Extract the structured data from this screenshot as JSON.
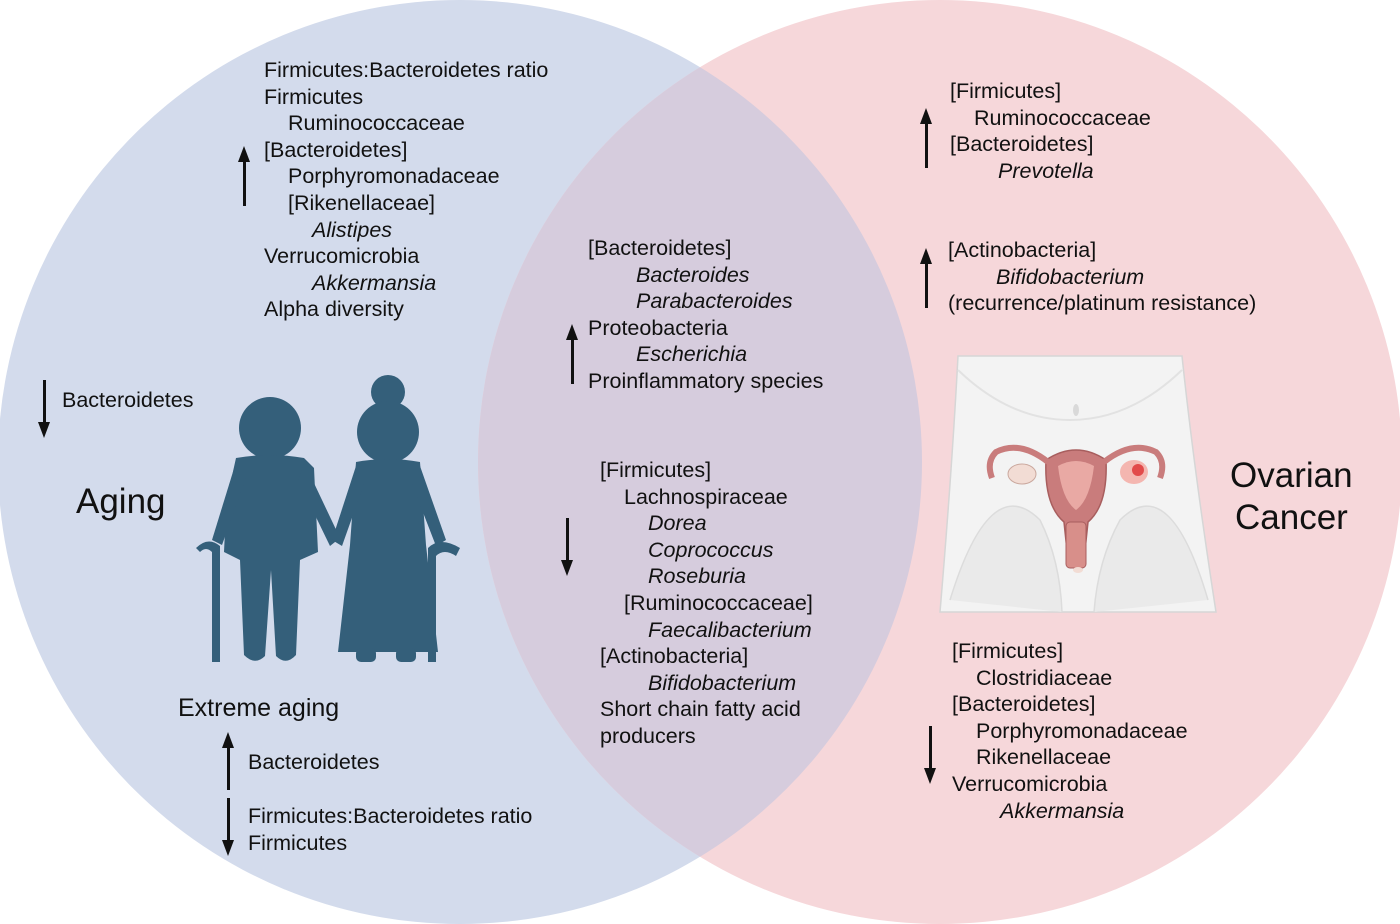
{
  "titles": {
    "aging": "Aging",
    "ovarian_cancer_line1": "Ovarian",
    "ovarian_cancer_line2": "Cancer",
    "extreme_aging": "Extreme aging"
  },
  "colors": {
    "aging_circle": "#d3dbec",
    "ovarian_circle": "#f6d7da",
    "overlap": "#d6ccdd",
    "figure_fill": "#345f7a",
    "uterus": "#c97c7c"
  },
  "aging": {
    "increased": [
      {
        "text": "Firmicutes:Bacteroidetes ratio",
        "level": 0,
        "italic": false
      },
      {
        "text": "Firmicutes",
        "level": 0,
        "italic": false
      },
      {
        "text": "Ruminococcaceae",
        "level": 1,
        "italic": false
      },
      {
        "text": "[Bacteroidetes]",
        "level": 0,
        "italic": false
      },
      {
        "text": "Porphyromonadaceae",
        "level": 1,
        "italic": false
      },
      {
        "text": "[Rikenellaceae]",
        "level": 1,
        "italic": false
      },
      {
        "text": "Alistipes",
        "level": 2,
        "italic": true
      },
      {
        "text": "Verrucomicrobia",
        "level": 0,
        "italic": false
      },
      {
        "text": "Akkermansia",
        "level": 2,
        "italic": true
      },
      {
        "text": "Alpha diversity",
        "level": 0,
        "italic": false
      }
    ],
    "decreased": [
      {
        "text": "Bacteroidetes",
        "level": 0,
        "italic": false
      }
    ]
  },
  "extreme_aging": {
    "increased": [
      {
        "text": "Bacteroidetes",
        "level": 0,
        "italic": false
      }
    ],
    "decreased": [
      {
        "text": "Firmicutes:Bacteroidetes ratio",
        "level": 0,
        "italic": false
      },
      {
        "text": "Firmicutes",
        "level": 0,
        "italic": false
      }
    ]
  },
  "shared": {
    "increased": [
      {
        "text": "[Bacteroidetes]",
        "level": 0,
        "italic": false
      },
      {
        "text": "Bacteroides",
        "level": 2,
        "italic": true
      },
      {
        "text": "Parabacteroides",
        "level": 2,
        "italic": true
      },
      {
        "text": "Proteobacteria",
        "level": 0,
        "italic": false
      },
      {
        "text": "Escherichia",
        "level": 2,
        "italic": true
      },
      {
        "text": "Proinflammatory species",
        "level": 0,
        "italic": false
      }
    ],
    "decreased": [
      {
        "text": "[Firmicutes]",
        "level": 0,
        "italic": false
      },
      {
        "text": "Lachnospiraceae",
        "level": 1,
        "italic": false
      },
      {
        "text": "Dorea",
        "level": 2,
        "italic": true
      },
      {
        "text": "Coprococcus",
        "level": 2,
        "italic": true
      },
      {
        "text": "Roseburia",
        "level": 2,
        "italic": true
      },
      {
        "text": "[Ruminococcaceae]",
        "level": 1,
        "italic": false
      },
      {
        "text": "Faecalibacterium",
        "level": 2,
        "italic": true
      },
      {
        "text": "[Actinobacteria]",
        "level": 0,
        "italic": false
      },
      {
        "text": "Bifidobacterium",
        "level": 2,
        "italic": true
      },
      {
        "text": "Short chain fatty acid",
        "level": 0,
        "italic": false
      },
      {
        "text": "producers",
        "level": 0,
        "italic": false
      }
    ]
  },
  "ovarian": {
    "increased_1": [
      {
        "text": "[Firmicutes]",
        "level": 0,
        "italic": false
      },
      {
        "text": "Ruminococcaceae",
        "level": 1,
        "italic": false
      },
      {
        "text": "[Bacteroidetes]",
        "level": 0,
        "italic": false
      },
      {
        "text": "Prevotella",
        "level": 2,
        "italic": true
      }
    ],
    "increased_2": [
      {
        "text": "[Actinobacteria]",
        "level": 0,
        "italic": false
      },
      {
        "text": "Bifidobacterium",
        "level": 2,
        "italic": true
      },
      {
        "text": "(recurrence/platinum resistance)",
        "level": 0,
        "italic": false
      }
    ],
    "decreased": [
      {
        "text": "[Firmicutes]",
        "level": 0,
        "italic": false
      },
      {
        "text": "Clostridiaceae",
        "level": 1,
        "italic": false
      },
      {
        "text": "[Bacteroidetes]",
        "level": 0,
        "italic": false
      },
      {
        "text": "Porphyromonadaceae",
        "level": 1,
        "italic": false
      },
      {
        "text": "Rikenellaceae",
        "level": 1,
        "italic": false
      },
      {
        "text": "Verrucomicrobia",
        "level": 0,
        "italic": false
      },
      {
        "text": "Akkermansia",
        "level": 2,
        "italic": true
      }
    ]
  }
}
